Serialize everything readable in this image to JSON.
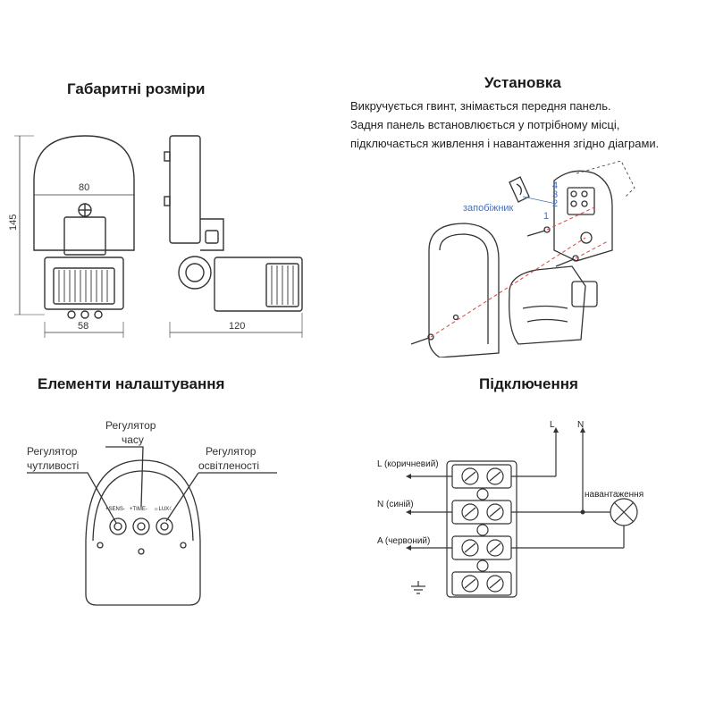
{
  "sections": {
    "dimensions": {
      "title": "Габаритні розміри",
      "dim_width_front": "80",
      "dim_height": "145",
      "dim_bottom": "58",
      "dim_side": "120"
    },
    "install": {
      "title": "Установка",
      "lines": [
        "Викручується гвинт, знімається передня панель.",
        "Задня панель встановлюється у потрібному місці,",
        "підключається живлення і навантаження згідно діаграми."
      ],
      "fuse_label": "запобіжник",
      "terminal_numbers": [
        "4",
        "3",
        "2",
        "1"
      ]
    },
    "settings": {
      "title": "Елементи налаштування",
      "sensitivity": [
        "Регулятор",
        "чутливості"
      ],
      "time": [
        "Регулятор",
        "часу"
      ],
      "lux": [
        "Регулятор",
        "освітленості"
      ],
      "knob_marks": [
        "+SENS-",
        "+TIME-",
        "☼LUX☾"
      ]
    },
    "wiring": {
      "title": "Підключення",
      "label_L": "L (коричневий)",
      "label_N": "N (синій)",
      "label_A": "A (червоний)",
      "top_L": "L",
      "top_N": "N",
      "load": "навантаження"
    }
  },
  "colors": {
    "line": "#333333",
    "red_dash": "#d9534f",
    "blue_text": "#4a6fb5"
  }
}
